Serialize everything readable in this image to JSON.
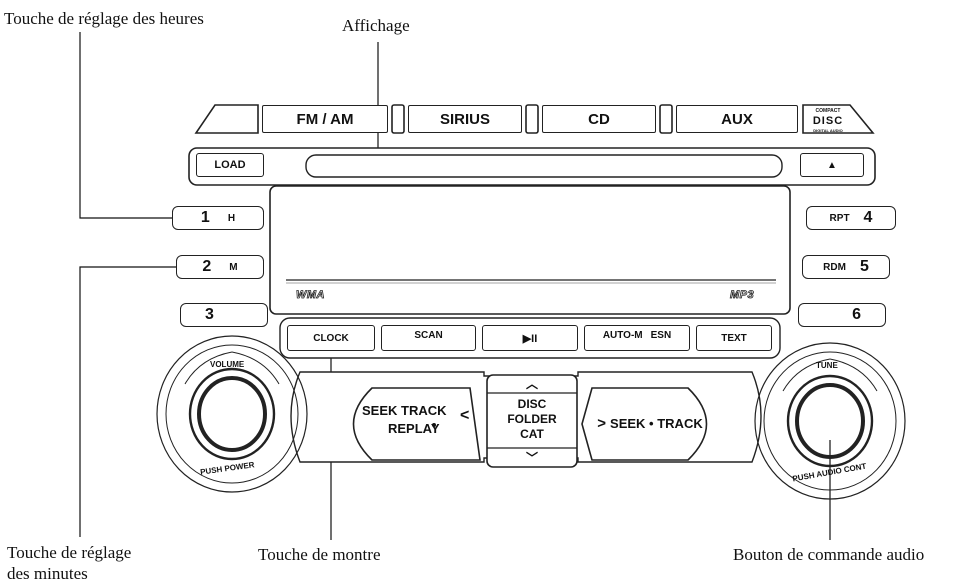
{
  "callouts": {
    "hour_button": "Touche de réglage des heures",
    "display": "Affichage",
    "minute_button_line1": "Touche de réglage",
    "minute_button_line2": "des minutes",
    "clock_button": "Touche de montre",
    "audio_knob": "Bouton de commande audio"
  },
  "source_buttons": {
    "fm_am": "FM / AM",
    "sirius": "SIRIUS",
    "cd": "CD",
    "aux": "AUX"
  },
  "cd_logo": {
    "line1": "COMPACT",
    "line2": "DISC",
    "line3": "DIGITAL AUDIO"
  },
  "load_button": "LOAD",
  "eject_button": "▲",
  "presets_left": [
    {
      "num": "1",
      "sub": "H"
    },
    {
      "num": "2",
      "sub": "M"
    },
    {
      "num": "3",
      "sub": ""
    }
  ],
  "presets_right": [
    {
      "label": "RPT",
      "num": "4"
    },
    {
      "label": "RDM",
      "num": "5"
    },
    {
      "label": "",
      "num": "6"
    }
  ],
  "display_logos": {
    "wma": "WMA",
    "mp3": "MP3"
  },
  "function_buttons": {
    "clock": "CLOCK",
    "scan": "SCAN",
    "play_pause": "▶II",
    "auto_m": "AUTO-M",
    "esn": "ESN",
    "text": "TEXT"
  },
  "volume_knob": {
    "top": "VOLUME",
    "bottom": "PUSH POWER"
  },
  "tune_knob": {
    "top": "TUNE",
    "bottom": "PUSH AUDIO CONT"
  },
  "seek_left": {
    "line1": "SEEK TRACK",
    "line2": "REPLAY",
    "arrow": "<"
  },
  "seek_right": {
    "arrow": ">",
    "label": "SEEK • TRACK"
  },
  "center_rocker": {
    "up": "︿",
    "line1": "DISC",
    "line2": "FOLDER",
    "line3": "CAT",
    "down": "﹀"
  }
}
